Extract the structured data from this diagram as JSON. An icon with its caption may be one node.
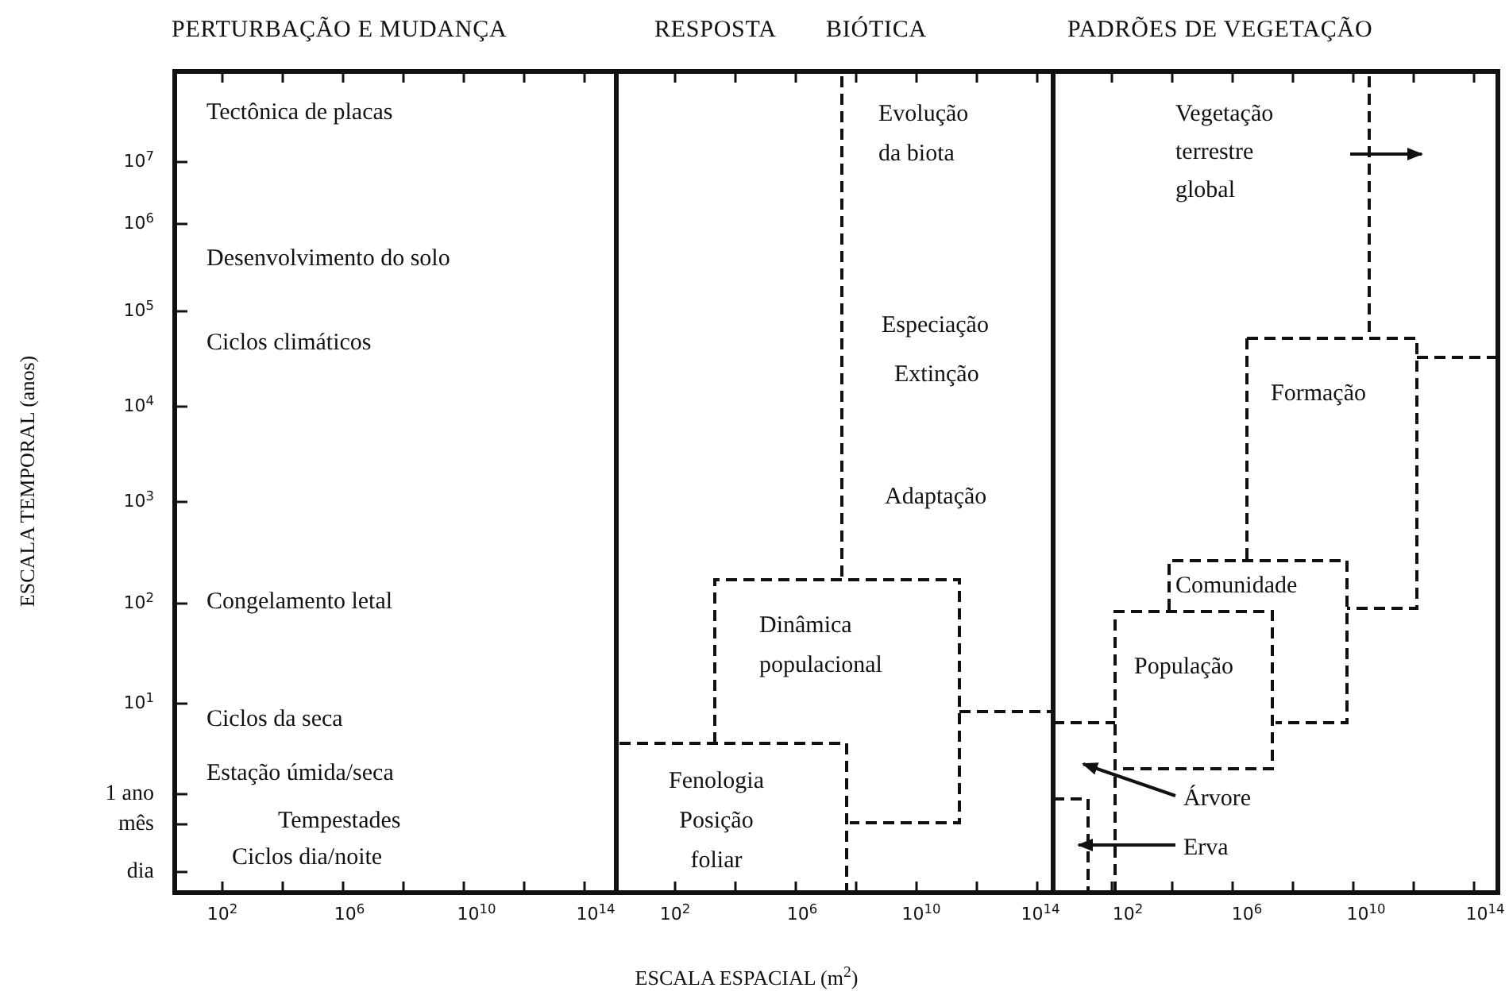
{
  "diagram": {
    "nodes": [
      {
        "text": [
          "Árvore"
        ]
      },
      {
        "text": [
          "Erva"
        ]
      }
    ],
    "edges": [
      {
        "from": 0,
        "to": null,
        "arrow": "to"
      },
      {
        "from": 1,
        "to": null,
        "arrow": "to"
      }
    ],
    "labels": [
      "PERTURBAÇÃO E MUDANÇA",
      "RESPOSTA",
      "BIÓTICA",
      "PADRÕES DE VEGETAÇÃO",
      "ESCALA TEMPORAL (anos)",
      "Tectônica de placas",
      "Desenvolvimento do solo",
      "Ciclos climáticos",
      "Congelamento letal",
      "Ciclos da seca",
      "Estação úmida/seca",
      "Tempestades",
      "Ciclos dia/noite",
      "Evolução da biota",
      "Especiação",
      "Extinção",
      "Adaptação",
      "Dinâmica populacional",
      "Fenologia Posição foliar",
      "Vegetação terrestre global",
      "Formação",
      "Comunidade",
      "População",
      "10$^{7}$",
      "10$^{6}$",
      "10$^{5}$",
      "10$^{4}$",
      "10$^{3}$",
      "10$^{2}$",
      "10$^{1}$",
      "1 ano",
      "mês",
      "dia",
      "10$^{2}$",
      "10$^{6}$",
      "10$^{10}$",
      "10$^{14}$",
      "10$^{2}$",
      "10$^{6}$",
      "10$^{10}$",
      "10$^{14}$",
      "10$^{2}$",
      "10$^{6}$",
      "10$^{10}$",
      "10$^{14}$",
      "ESCALA ESPACIAL (m$^{2}$)"
    ]
  }
}
